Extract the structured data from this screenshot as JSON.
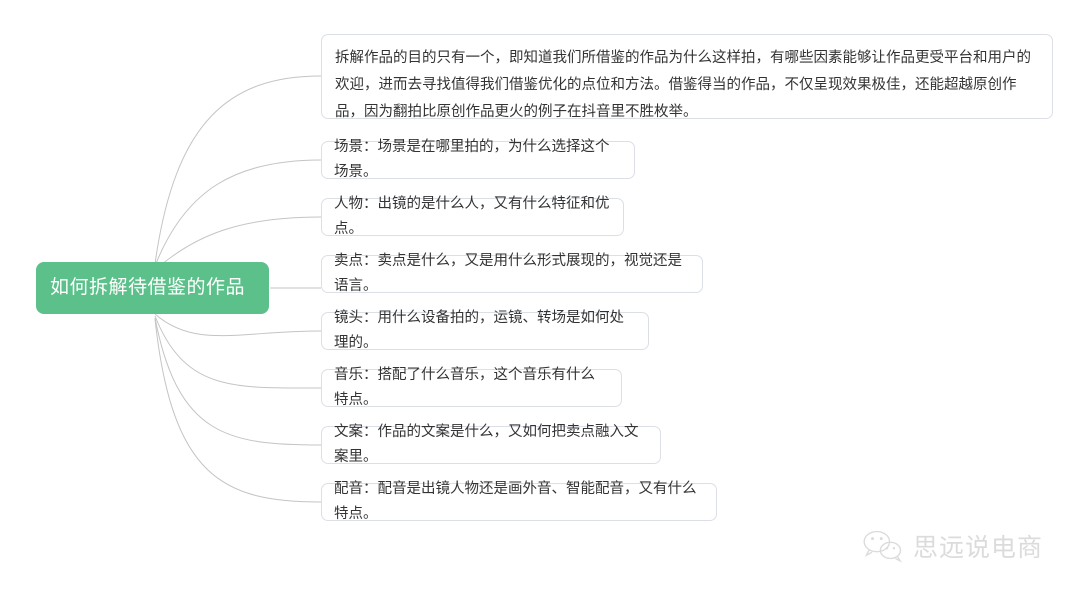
{
  "mindmap": {
    "root": {
      "label": "如何拆解待借鉴的作品",
      "color": "#5cc08a",
      "text_color": "#ffffff"
    },
    "connector_color": "#c4c4c4",
    "node_border_color": "#dcdfe6",
    "node_text_color": "#333333",
    "children": [
      {
        "label": "拆解作品的目的只有一个，即知道我们所借鉴的作品为什么这样拍，有哪些因素能够让作品更受平台和用户的欢迎，进而去寻找值得我们借鉴优化的点位和方法。借鉴得当的作品，不仅呈现效果极佳，还能超越原创作品，因为翻拍比原创作品更火的例子在抖音里不胜枚举。"
      },
      {
        "label": "场景：场景是在哪里拍的，为什么选择这个场景。"
      },
      {
        "label": "人物：出镜的是什么人，又有什么特征和优点。"
      },
      {
        "label": "卖点：卖点是什么，又是用什么形式展现的，视觉还是语言。"
      },
      {
        "label": "镜头：用什么设备拍的，运镜、转场是如何处理的。"
      },
      {
        "label": "音乐：搭配了什么音乐，这个音乐有什么特点。"
      },
      {
        "label": "文案：作品的文案是什么，又如何把卖点融入文案里。"
      },
      {
        "label": "配音：配音是出镜人物还是画外音、智能配音，又有什么特点。"
      }
    ]
  },
  "watermark": {
    "text": "思远说电商",
    "icon": "wechat-icon",
    "color": "#8c8c8c"
  }
}
